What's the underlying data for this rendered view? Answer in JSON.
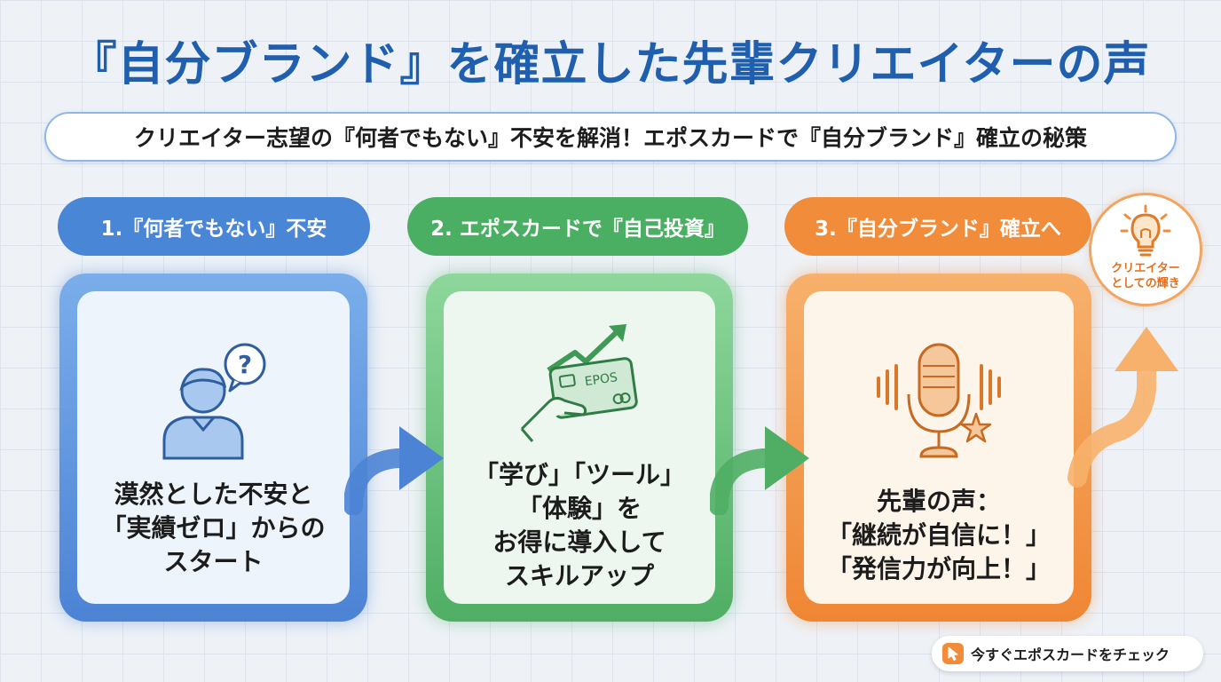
{
  "title": "『自分ブランド』を確立した先輩クリエイターの声",
  "subtitle": "クリエイター志望の『何者でもない』不安を解消！エポスカードで『自分ブランド』確立の秘策",
  "steps": [
    {
      "label": "1.『何者でもない』不安",
      "lines": [
        "漠然とした不安と",
        "「実績ゼロ」からの",
        "スタート"
      ],
      "icon": "confused-person-icon",
      "color": "#4a86d6"
    },
    {
      "label": "2. エポスカードで『自己投資』",
      "lines": [
        "「学び」「ツール」",
        "「体験」を",
        "お得に導入して",
        "スキルアップ"
      ],
      "icon": "hand-card-growth-icon",
      "card_brand": "EPOS",
      "color": "#4aaf63"
    },
    {
      "label": "3.『自分ブランド』確立へ",
      "lines": [
        "先輩の声：",
        "「継続が自信に！」",
        "「発信力が向上！」"
      ],
      "icon": "microphone-star-icon",
      "color": "#f08c3a"
    }
  ],
  "badge": {
    "icon": "lightbulb-icon",
    "lines": [
      "クリエイター",
      "としての輝き"
    ]
  },
  "cta": {
    "icon": "cursor-icon",
    "label": "今すぐエポスカードをチェック"
  }
}
